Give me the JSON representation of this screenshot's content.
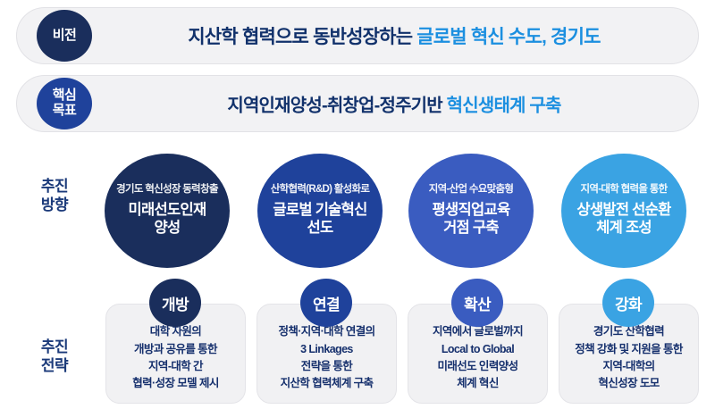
{
  "colors": {
    "navy_dark": "#1a2e5c",
    "blue_deep": "#1f429b",
    "blue_royal": "#3a5cc0",
    "blue_sky": "#3aa3e3",
    "text_navy": "#11316b",
    "text_bright_blue": "#1b8fe0",
    "bar_fill": "#f2f2f4",
    "card_fill": "#f1f1f3"
  },
  "vision": {
    "badge_label": "비전",
    "headline_primary": "지산학 협력으로 동반성장하는",
    "headline_accent": "글로벌 혁신 수도, 경기도"
  },
  "core_goal": {
    "badge_line1": "핵심",
    "badge_line2": "목표",
    "headline_primary": "지역인재양성-취창업-정주기반",
    "headline_accent": "혁신생태계 구축"
  },
  "row_labels": {
    "direction": {
      "line1": "추진",
      "line2": "방향"
    },
    "strategy": {
      "line1": "추진",
      "line2": "전략"
    }
  },
  "directions": [
    {
      "eyebrow": "경기도 혁신성장 동력창출",
      "headline_line1": "미래선도인재",
      "headline_line2": "양성",
      "color": "#1a2e5c"
    },
    {
      "eyebrow": "산학협력(R&D) 활성화로",
      "headline_line1": "글로벌 기술혁신",
      "headline_line2": "선도",
      "color": "#1f429b"
    },
    {
      "eyebrow": "지역-산업 수요맞춤형",
      "headline_line1": "평생직업교육",
      "headline_line2": "거점 구축",
      "color": "#3a5cc0"
    },
    {
      "eyebrow": "지역-대학 협력을 통한",
      "headline_line1": "상생발전 선순환",
      "headline_line2": "체계 조성",
      "color": "#3aa3e3"
    }
  ],
  "strategies": [
    {
      "badge_label": "개방",
      "badge_color": "#1a2e5c",
      "line1": "대학 자원의",
      "line2": "개방과 공유를 통한",
      "line3": "지역-대학 간",
      "line4": "협력·성장 모델 제시"
    },
    {
      "badge_label": "연결",
      "badge_color": "#1f429b",
      "line1": "정책·지역·대학 연결의",
      "line2": "3 Linkages",
      "line3": "전략을 통한",
      "line4": "지산학 협력체계 구축"
    },
    {
      "badge_label": "확산",
      "badge_color": "#3a5cc0",
      "line1": "지역에서 글로벌까지",
      "line2": "Local to Global",
      "line3": "미래선도 인력양성",
      "line4": "체계 혁신"
    },
    {
      "badge_label": "강화",
      "badge_color": "#3aa3e3",
      "line1": "경기도 산학협력",
      "line2": "정책 강화 및 지원을 통한",
      "line3": "지역-대학의",
      "line4": "혁신성장 도모"
    }
  ]
}
